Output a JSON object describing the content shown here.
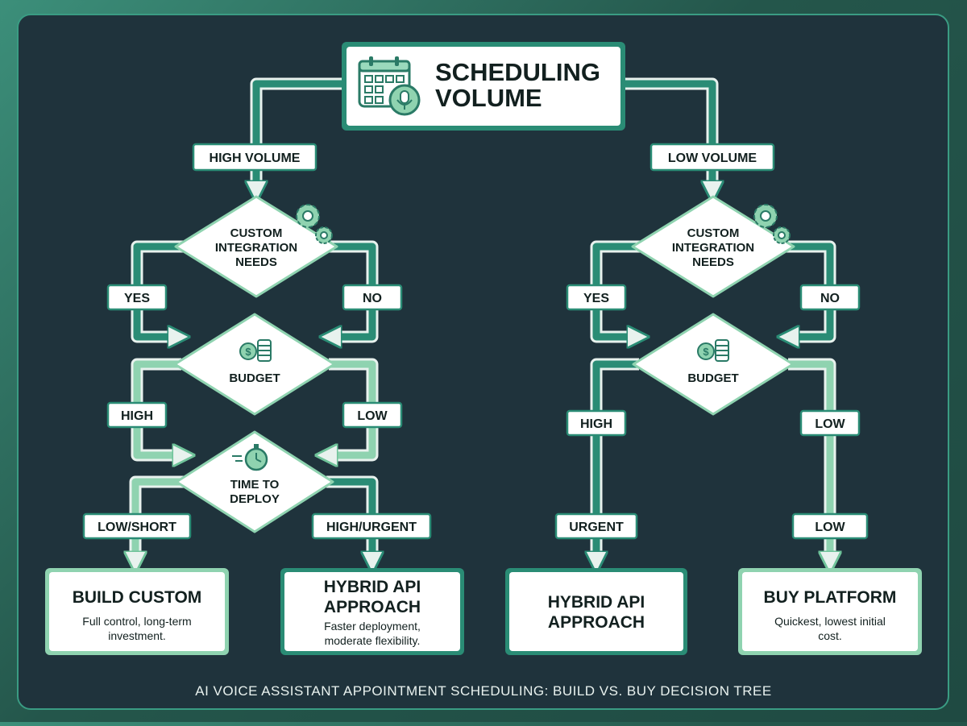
{
  "title": {
    "line1": "SCHEDULING",
    "line2": "VOLUME"
  },
  "left": {
    "branch": "HIGH VOLUME",
    "decision1": {
      "lines": [
        "CUSTOM",
        "INTEGRATION",
        "NEEDS"
      ],
      "yes": "YES",
      "no": "NO"
    },
    "decision2": {
      "label": "BUDGET",
      "high": "HIGH",
      "low": "LOW"
    },
    "decision3": {
      "lines": [
        "TIME TO",
        "DEPLOY"
      ],
      "low_short": "LOW/SHORT",
      "high_urgent": "HIGH/URGENT"
    },
    "outcome1": {
      "title": "BUILD CUSTOM",
      "desc": [
        "Full control, long-term",
        "investment."
      ]
    },
    "outcome2": {
      "title": [
        "HYBRID API",
        "APPROACH"
      ],
      "desc": [
        "Faster deployment,",
        "moderate flexibility."
      ]
    }
  },
  "right": {
    "branch": "LOW VOLUME",
    "decision1": {
      "lines": [
        "CUSTOM",
        "INTEGRATION",
        "NEEDS"
      ],
      "yes": "YES",
      "no": "NO"
    },
    "decision2": {
      "label": "BUDGET",
      "high": "HIGH",
      "low": "LOW"
    },
    "path_high": "URGENT",
    "path_low": "LOW",
    "outcome1": {
      "title": [
        "HYBRID API",
        "APPROACH"
      ]
    },
    "outcome2": {
      "title": "BUY PLATFORM",
      "desc": [
        "Quickest, lowest initial",
        "cost."
      ]
    }
  },
  "footer": "AI VOICE ASSISTANT APPOINTMENT SCHEDULING: BUILD VS. BUY DECISION TREE",
  "colors": {
    "panel": "#1f333c",
    "dark_arrow": "#2a8c75",
    "light_arrow": "#8fd3b0",
    "accent": "#3da386",
    "box_fill": "#ffffff"
  },
  "icons": [
    "calendar-microphone-icon",
    "gears-icon",
    "money-coins-icon",
    "stopwatch-icon"
  ]
}
